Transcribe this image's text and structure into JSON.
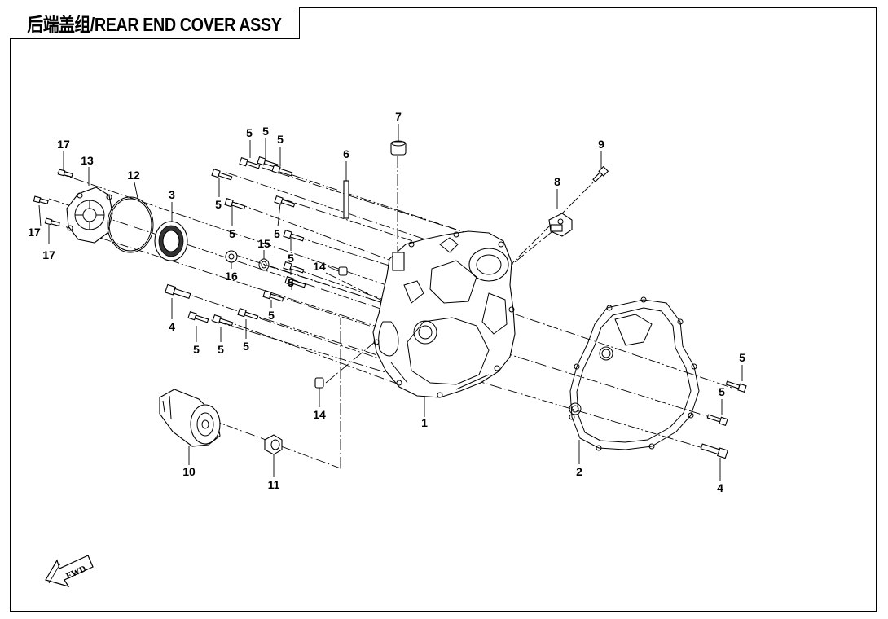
{
  "title": "后端盖组/REAR END COVER ASSY",
  "fwd_label": "FWD",
  "callouts": {
    "n1": "1",
    "n2": "2",
    "n3": "3",
    "n4a": "4",
    "n4b": "4",
    "n5a": "5",
    "n5b": "5",
    "n5c": "5",
    "n5d": "5",
    "n5e": "5",
    "n5f": "5",
    "n5g": "5",
    "n5h": "5",
    "n5i": "5",
    "n5j": "5",
    "n5k": "5",
    "n5l": "5",
    "n5m": "5",
    "n5n": "5",
    "n6": "6",
    "n7": "7",
    "n8": "8",
    "n9": "9",
    "n10": "10",
    "n11": "11",
    "n12": "12",
    "n13": "13",
    "n14a": "14",
    "n14b": "14",
    "n15": "15",
    "n16": "16",
    "n17a": "17",
    "n17b": "17",
    "n17c": "17"
  }
}
